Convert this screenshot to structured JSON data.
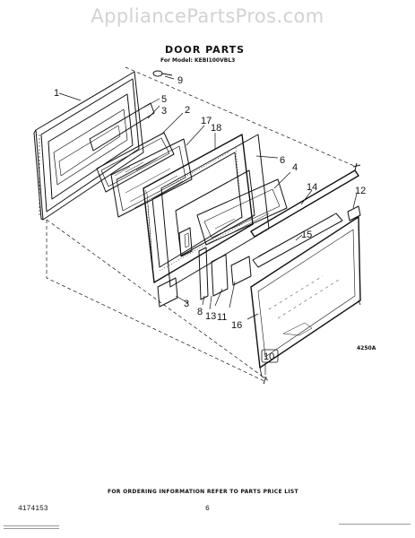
{
  "watermark": "AppliancePartsPros.com",
  "header": {
    "title": "DOOR PARTS",
    "model_line": "For Model: KEBI100VBL3"
  },
  "footer": {
    "ordering_note": "FOR ORDERING INFORMATION REFER TO PARTS PRICE LIST",
    "document_number": "4174153",
    "page_number": "6"
  },
  "figure_code": "4250A",
  "callouts": [
    "1",
    "5",
    "9",
    "3",
    "2",
    "17",
    "18",
    "6",
    "4",
    "14",
    "12",
    "15",
    "8",
    "13",
    "11",
    "16",
    "3",
    "10",
    "7"
  ]
}
